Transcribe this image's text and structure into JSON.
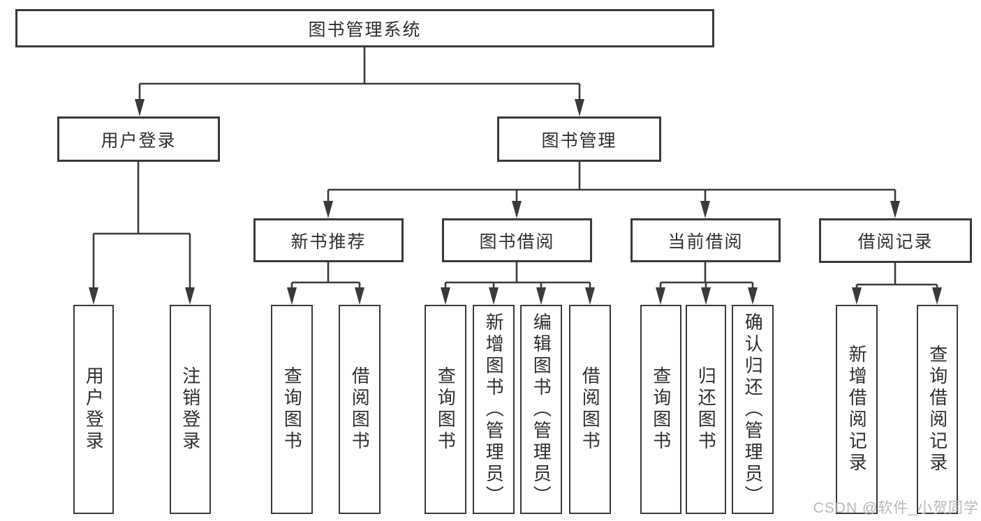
{
  "diagram": {
    "type": "tree",
    "title": "图书管理系统",
    "nodes": {
      "root": {
        "label": "图书管理系统"
      },
      "user_login": {
        "label": "用户登录"
      },
      "book_mgmt": {
        "label": "图书管理"
      },
      "new_book": {
        "label": "新书推荐"
      },
      "book_borrow": {
        "label": "图书借阅"
      },
      "current_borrow": {
        "label": "当前借阅"
      },
      "borrow_record": {
        "label": "借阅记录"
      },
      "leaf_user_login": {
        "label": "用户登录"
      },
      "leaf_logout": {
        "label": "注销登录"
      },
      "leaf_nb_query": {
        "label": "查询图书"
      },
      "leaf_nb_borrow": {
        "label": "借阅图书"
      },
      "leaf_bb_query": {
        "label": "查询图书"
      },
      "leaf_bb_add": {
        "label": "新增图书（管理员）"
      },
      "leaf_bb_edit": {
        "label": "编辑图书（管理员）"
      },
      "leaf_bb_borrow": {
        "label": "借阅图书"
      },
      "leaf_cb_query": {
        "label": "查询图书"
      },
      "leaf_cb_return": {
        "label": "归还图书"
      },
      "leaf_cb_confirm": {
        "label": "确认归还（管理员）"
      },
      "leaf_br_add": {
        "label": "新增借阅记录"
      },
      "leaf_br_query": {
        "label": "查询借阅记录"
      }
    },
    "edges": [
      [
        "图书管理系统",
        "用户登录"
      ],
      [
        "图书管理系统",
        "图书管理"
      ],
      [
        "用户登录",
        "用户登录"
      ],
      [
        "用户登录",
        "注销登录"
      ],
      [
        "图书管理",
        "新书推荐"
      ],
      [
        "图书管理",
        "图书借阅"
      ],
      [
        "图书管理",
        "当前借阅"
      ],
      [
        "图书管理",
        "借阅记录"
      ],
      [
        "新书推荐",
        "查询图书"
      ],
      [
        "新书推荐",
        "借阅图书"
      ],
      [
        "图书借阅",
        "查询图书"
      ],
      [
        "图书借阅",
        "新增图书（管理员）"
      ],
      [
        "图书借阅",
        "编辑图书（管理员）"
      ],
      [
        "图书借阅",
        "借阅图书"
      ],
      [
        "当前借阅",
        "查询图书"
      ],
      [
        "当前借阅",
        "归还图书"
      ],
      [
        "当前借阅",
        "确认归还（管理员）"
      ],
      [
        "借阅记录",
        "新增借阅记录"
      ],
      [
        "借阅记录",
        "查询借阅记录"
      ]
    ],
    "line_color": "#3a3a3a",
    "box_background": "#ffffff"
  },
  "watermark": {
    "text": "CSDN @软件_小贺同学",
    "color": "#b4b9be"
  }
}
